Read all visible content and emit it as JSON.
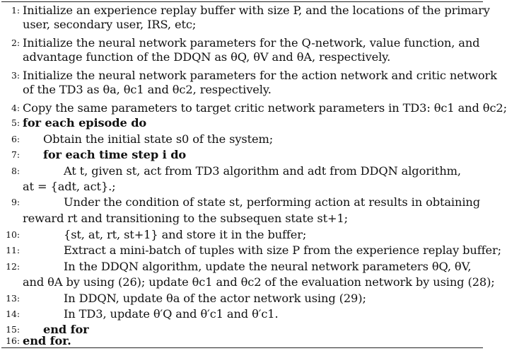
{
  "lines": [
    {
      "num": "1:",
      "text": "Initialize an experience replay buffer with size P, and the locations of the primary"
    },
    {
      "num": "",
      "text": "user, secondary user, IRS, etc;"
    },
    {
      "num": "2:",
      "text": "Initialize the neural network parameters for the Q-network, value function, and"
    },
    {
      "num": "",
      "text": "advantage function of the DDQN as θQ, θV and θA, respectively."
    },
    {
      "num": "3:",
      "text": "Initialize the neural network parameters for the action network and critic network"
    },
    {
      "num": "",
      "text": "of the TD3 as θa, θc1 and θc2, respectively."
    },
    {
      "num": "4:",
      "text": "Copy the same parameters to target critic network parameters in TD3: θc1 and θc2;"
    },
    {
      "num": "5:",
      "text": "for each episode do"
    },
    {
      "num": "6:",
      "text": "Obtain the initial state s0 of the system;"
    },
    {
      "num": "7:",
      "text": "for each time step i do"
    },
    {
      "num": "8:",
      "text": "At t, given st, act from TD3 algorithm and adt from DDQN algorithm,"
    },
    {
      "num": "",
      "text": "at = {adt, act}.;"
    },
    {
      "num": "9:",
      "text": "Under the condition of state st, performing action at results in obtaining"
    },
    {
      "num": "",
      "text": "reward rt and transitioning to the subsequen state st+1;"
    },
    {
      "num": "10:",
      "text": "{st, at, rt, st+1} and store it in the buffer;"
    },
    {
      "num": "11:",
      "text": "Extract a mini-batch of tuples with size P from the experience replay buffer;"
    },
    {
      "num": "12:",
      "text": "In the DDQN algorithm, update the neural network parameters θQ, θV,"
    },
    {
      "num": "",
      "text": "and θA by using (26); update θc1 and θc2 of the evaluation network by using (28);"
    },
    {
      "num": "13:",
      "text": "In DDQN, update θa of the actor network using (29);"
    },
    {
      "num": "14:",
      "text": "In TD3, update θ′Q and θ′c1 and θ′c1."
    },
    {
      "num": "15:",
      "text": "end for"
    },
    {
      "num": "16:",
      "text": "end for."
    }
  ]
}
